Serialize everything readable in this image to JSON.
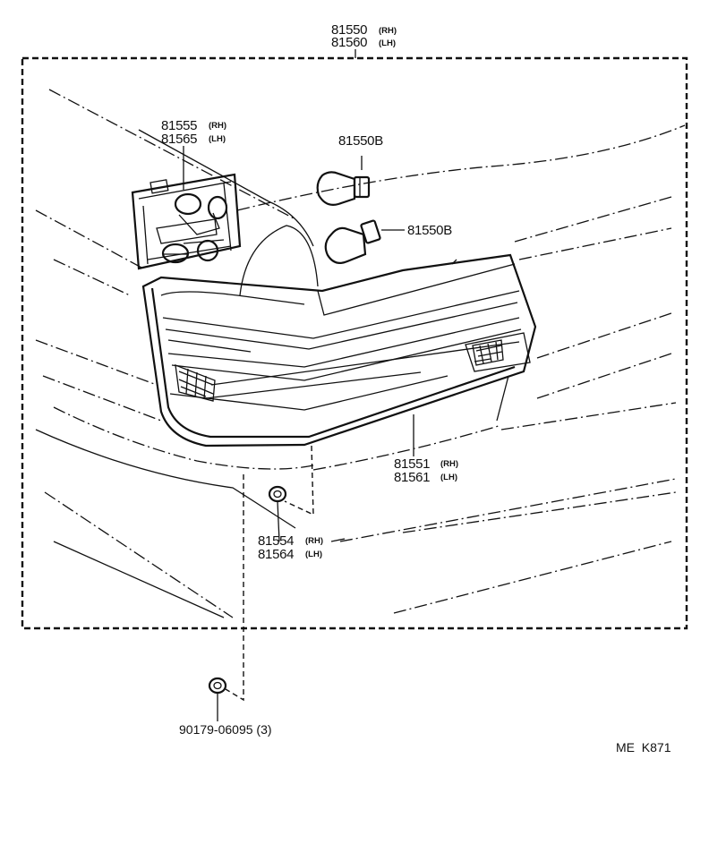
{
  "callouts": {
    "assembly": {
      "rh": "81550",
      "rh_side": "(RH)",
      "lh": "81560",
      "lh_side": "(LH)"
    },
    "socket": {
      "rh": "81555",
      "rh_side": "(RH)",
      "lh": "81565",
      "lh_side": "(LH)"
    },
    "bulb_upper": {
      "num": "81550B"
    },
    "bulb_lower": {
      "num": "81550B"
    },
    "lens": {
      "rh": "81551",
      "rh_side": "(RH)",
      "lh": "81561",
      "lh_side": "(LH)"
    },
    "gasket": {
      "rh": "81554",
      "rh_side": "(RH)",
      "lh": "81564",
      "lh_side": "(LH)"
    },
    "nut": {
      "num": "90179-06095 (3)"
    }
  },
  "figure_ref": "ME  K871"
}
